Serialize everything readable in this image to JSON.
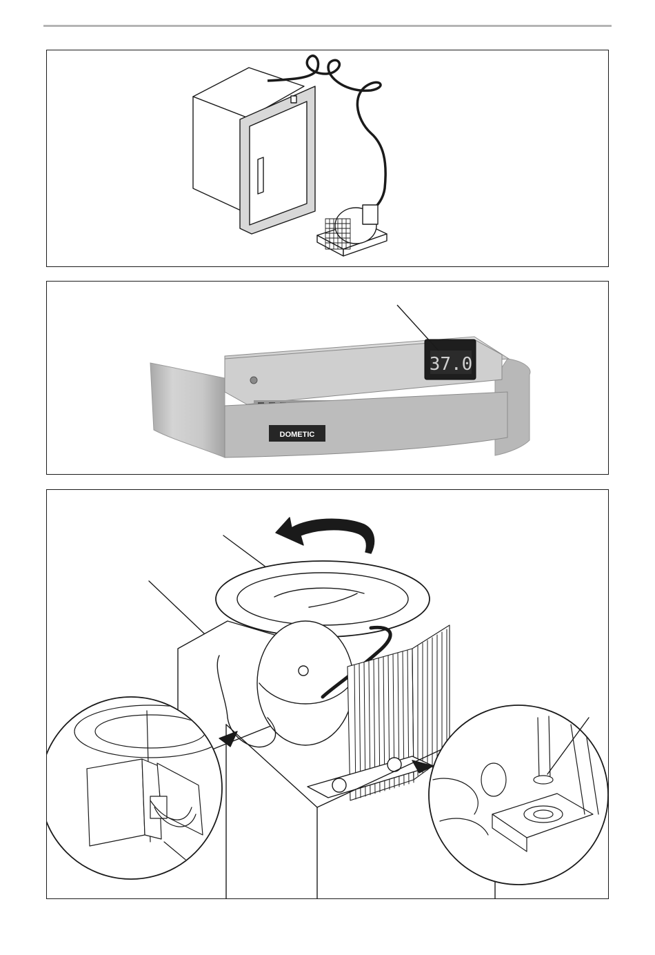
{
  "figures": [
    {
      "id": "figure-1",
      "label": ""
    },
    {
      "id": "figure-2",
      "label": "",
      "display_reading": "37.0",
      "brand_logo": "DOMETIC"
    },
    {
      "id": "figure-3",
      "label": ""
    }
  ],
  "colors": {
    "frame": "#1a1a1a",
    "rule": "#b4b4b4",
    "steel": "#bdbdbd",
    "display": "#1e1e1e"
  }
}
